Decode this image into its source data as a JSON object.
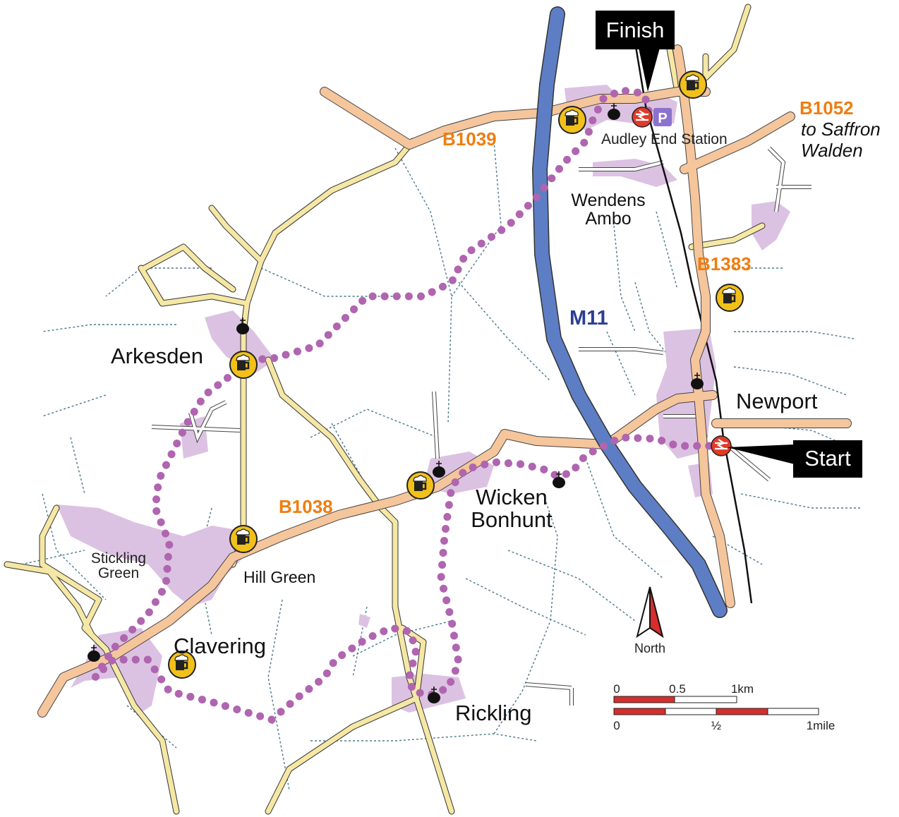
{
  "colors": {
    "route": "#b065b0",
    "main_road": "#f5c59b",
    "minor_road": "#f5e7a4",
    "motorway": "#5d7ec4",
    "village": "#dcc2e2",
    "road_label": "#ef7d10",
    "motorway_label": "#2c3e93",
    "pub": "#f2c119",
    "station": "#e03b2a",
    "parking": "#8c72cf",
    "scale_red": "#d72d2d"
  },
  "roads": {
    "b1039": "B1039",
    "b1038": "B1038",
    "b1383": "B1383",
    "b1052": "B1052",
    "b1052_dest_1": "to Saffron",
    "b1052_dest_2": "Walden",
    "m11": "M11"
  },
  "places": {
    "arkesden": "Arkesden",
    "newport": "Newport",
    "wendens_1": "Wendens",
    "wendens_2": "Ambo",
    "audley_end": "Audley End Station",
    "wicken_1": "Wicken",
    "wicken_2": "Bonhunt",
    "stickling_1": "Stickling",
    "stickling_2": "Green",
    "hill_green": "Hill Green",
    "clavering": "Clavering",
    "rickling": "Rickling"
  },
  "callouts": {
    "finish": "Finish",
    "start": "Start"
  },
  "north": "North",
  "parking_symbol": "P",
  "scale": {
    "km_ticks": [
      "0",
      "0.5",
      "1km"
    ],
    "mile_ticks": [
      "0",
      "½",
      "1mile"
    ]
  },
  "icons": [
    "pub-icon",
    "church-icon",
    "railway-station-icon",
    "parking-icon",
    "north-arrow-icon"
  ]
}
